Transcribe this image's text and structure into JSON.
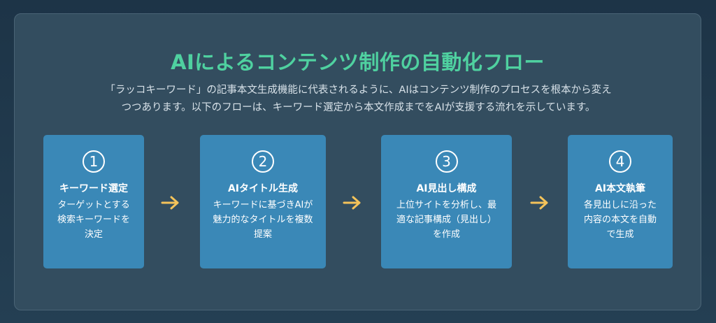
{
  "title": "AIによるコンテンツ制作の自動化フロー",
  "description": "「ラッコキーワード」の記事本文生成機能に代表されるように、AIはコンテンツ制作のプロセスを根本から変えつつあります。以下のフローは、キーワード選定から本文作成までをAIが支援する流れを示しています。",
  "steps": [
    {
      "number": "1",
      "title": "キーワード選定",
      "text": "ターゲットとする検索キーワードを決定"
    },
    {
      "number": "2",
      "title": "AIタイトル生成",
      "text": "キーワードに基づきAIが魅力的なタイトルを複数提案"
    },
    {
      "number": "3",
      "title": "AI見出し構成",
      "text": "上位サイトを分析し、最適な記事構成（見出し）を作成"
    },
    {
      "number": "4",
      "title": "AI本文執筆",
      "text": "各見出しに沿った内容の本文を自動で生成"
    }
  ],
  "colors": {
    "background": "#1d3447",
    "panel": "#334d5f",
    "title": "#4fd1a0",
    "card": "#3a88b7",
    "arrow": "#f4c35a"
  },
  "icons": {
    "arrow": "arrow-right-icon"
  }
}
